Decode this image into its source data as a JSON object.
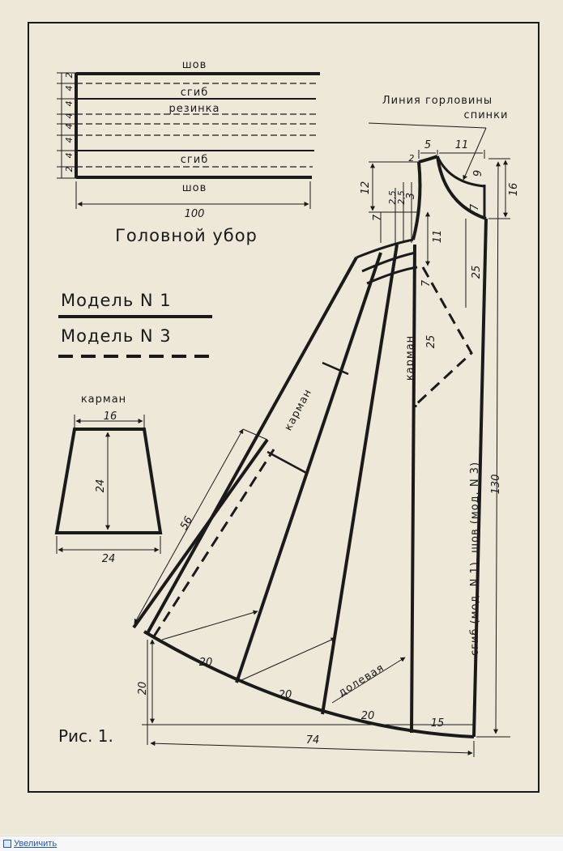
{
  "headwear": {
    "strips": [
      "шов",
      "сгиб",
      "резинка",
      "сгиб",
      "шов"
    ],
    "row_widths": [
      "2",
      "4",
      "4",
      "4",
      "4",
      "4",
      "4",
      "2"
    ],
    "width": "100",
    "caption": "Головной убор"
  },
  "legend": {
    "model1": "Модель N 1",
    "model3": "Модель N 3"
  },
  "pocket": {
    "title": "карман",
    "top": "16",
    "height": "24",
    "bottom": "24"
  },
  "pattern": {
    "neck_label_1": "Линия горловины",
    "neck_label_2": "спинки",
    "dim_5": "5",
    "dim_11_top": "11",
    "dim_2": "2",
    "dim_9": "9",
    "dim_16": "16",
    "dim_7_right": "7",
    "dim_12": "12",
    "dim_2_5_a": "2,5",
    "dim_2_5_b": "2,5",
    "dim_3": "3",
    "dim_7_left": "7",
    "dim_11_mid": "11",
    "dim_25_right": "25",
    "dim_7_pocket": "7",
    "dim_25_pocket": "25",
    "pocket_label_1": "карман",
    "pocket_label_2": "карман",
    "dim_56": "56",
    "dim_130": "130",
    "fold_label": "сгиб (мод. N 1), шов (мод. N 3)",
    "grain_label": "долевая",
    "hem_20_a": "20",
    "hem_20_b": "20",
    "hem_20_c": "20",
    "hem_15": "15",
    "dim_20_left": "20",
    "dim_74": "74"
  },
  "figure_label": "Рис. 1.",
  "footer": {
    "zoom_label": "Увеличить"
  },
  "colors": {
    "ink": "#1a1a1a",
    "paper": "#eee8d9",
    "link": "#1a55c0"
  }
}
